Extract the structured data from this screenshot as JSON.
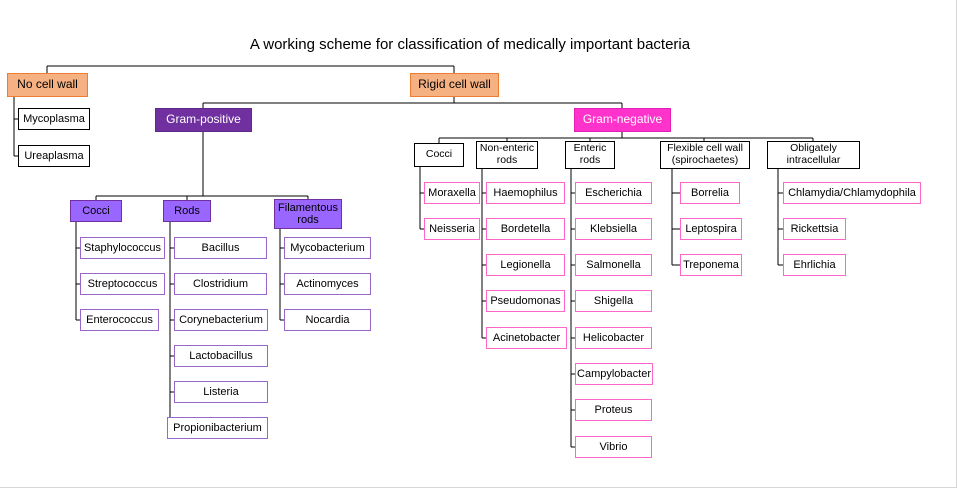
{
  "title": "A working scheme for classification of medically important bacteria",
  "colors": {
    "level1_fill": "#F6B183",
    "level1_border": "#ED7D31",
    "gram_positive_fill": "#7030A0",
    "gram_negative_fill": "#FF33CC",
    "gp_group_fill": "#9966FF",
    "gp_leaf_border": "#9966CC",
    "gn_leaf_border": "#FF66CC",
    "connector": "#000000"
  },
  "tree": {
    "no_cell_wall": {
      "label": "No cell wall",
      "children": [
        "Mycoplasma",
        "Ureaplasma"
      ]
    },
    "rigid_cell_wall": {
      "label": "Rigid cell wall"
    },
    "gram_positive": {
      "label": "Gram-positive",
      "groups": [
        {
          "label": "Cocci",
          "children": [
            "Staphylococcus",
            "Streptococcus",
            "Enterococcus"
          ]
        },
        {
          "label": "Rods",
          "children": [
            "Bacillus",
            "Clostridium",
            "Corynebacterium",
            "Lactobacillus",
            "Listeria",
            "Propionibacterium"
          ]
        },
        {
          "label": "Filamentous rods",
          "children": [
            "Mycobacterium",
            "Actinomyces",
            "Nocardia"
          ]
        }
      ]
    },
    "gram_negative": {
      "label": "Gram-negative",
      "groups": [
        {
          "label": "Cocci",
          "children": [
            "Moraxella",
            "Neisseria"
          ]
        },
        {
          "label": "Non-enteric rods",
          "children": [
            "Haemophilus",
            "Bordetella",
            "Legionella",
            "Pseudomonas",
            "Acinetobacter"
          ]
        },
        {
          "label": "Enteric rods",
          "children": [
            "Escherichia",
            "Klebsiella",
            "Salmonella",
            "Shigella",
            "Helicobacter",
            "Campylobacter",
            "Proteus",
            "Vibrio"
          ]
        },
        {
          "label": "Flexible cell wall (spirochaetes)",
          "children": [
            "Borrelia",
            "Leptospira",
            "Treponema"
          ]
        },
        {
          "label": "Obligately intracellular",
          "children": [
            "Chlamydia/Chlamydophila",
            "Rickettsia",
            "Ehrlichia"
          ]
        }
      ]
    }
  }
}
